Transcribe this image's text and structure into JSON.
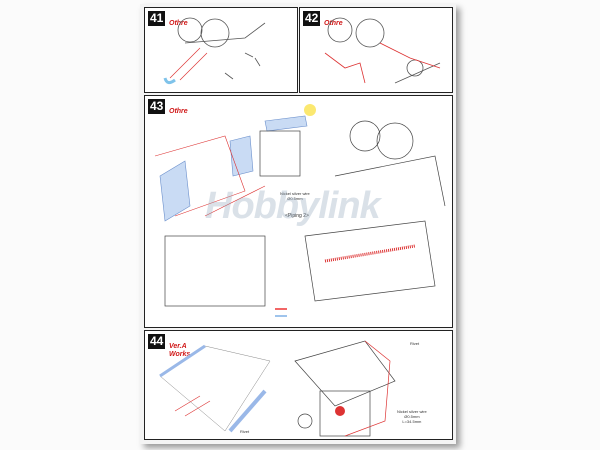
{
  "steps": [
    {
      "number": "41",
      "label": "Othre"
    },
    {
      "number": "42",
      "label": "Othre"
    },
    {
      "number": "43",
      "label": "Othre",
      "notes": [
        "Nickel silver wire",
        "Ø0.5mm",
        "<Piping 2>"
      ]
    },
    {
      "number": "44",
      "label": "Ver.A",
      "label2": "Works",
      "notes": [
        "Nickel silver wire",
        "Ø0.5mm",
        "L=34.5mm",
        "Rivet",
        "Rivet"
      ]
    }
  ],
  "watermark": "Hobbylink",
  "colors": {
    "accent": "#d01818",
    "part_blue": "#8fb4e6",
    "frame": "#222222"
  }
}
